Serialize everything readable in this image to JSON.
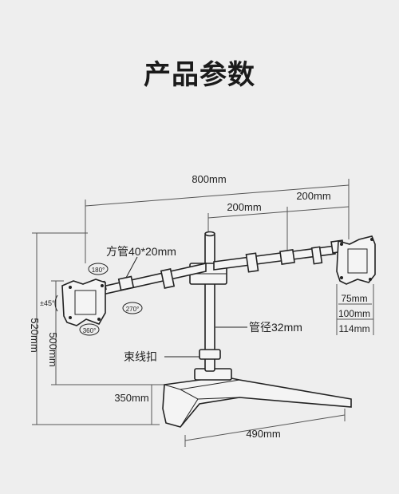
{
  "title": "产品参数",
  "dimensions": {
    "total_width": "800mm",
    "arm_left": "200mm",
    "arm_right": "200mm",
    "arm_tube": "方管40*20mm",
    "pole_tube": "管径32mm",
    "cable_clip": "束线扣",
    "height_total": "520mm",
    "height_pole": "500mm",
    "base_depth": "350mm",
    "base_width": "490mm",
    "vesa_75": "75mm",
    "vesa_100": "100mm",
    "vesa_114": "114mm"
  },
  "rotations": {
    "tilt": "±45°",
    "r180": "180°",
    "r270": "270°",
    "r360": "360°"
  }
}
